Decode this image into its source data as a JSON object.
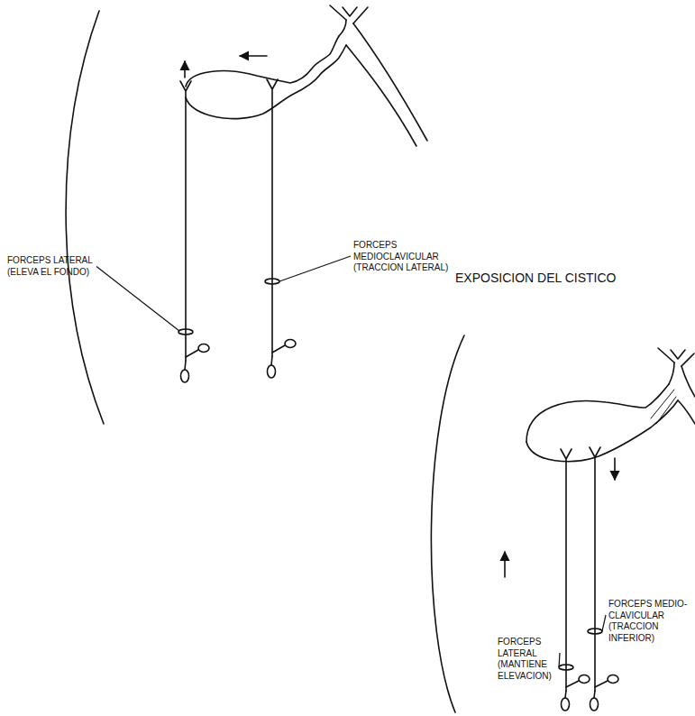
{
  "diagram": {
    "title": "EXPOSICION DEL CISTICO",
    "labels": [
      "FORCEPS LATERAL (ELEVA EL FONDO)",
      "FORCEPS MEDIOCLAVICULAR (TRACCION LATERAL)",
      "FORCEPS LATERAL (MANTIENE ELEVACION)",
      "FORCEPS MEDIO-CLAVICULAR (TRACCION INFERIOR)"
    ]
  }
}
